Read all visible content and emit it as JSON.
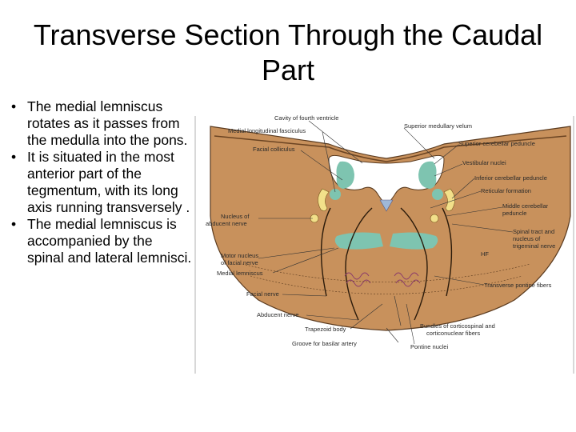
{
  "slide": {
    "title": "Transverse Section Through the Caudal Part",
    "bullets": [
      "The medial lemniscus rotates as it passes from the medulla into the pons.",
      "It is situated in the most anterior part of the tegmentum, with its long axis running transversely .",
      "The medial lemniscus is accompanied by the spinal and lateral lemnisci."
    ]
  },
  "figure": {
    "labels": {
      "cavity": "Cavity of fourth ventricle",
      "mlf": "Medial longitudinal fasciculus",
      "sup_velum": "Superior medullary velum",
      "facial_colliculus": "Facial colliculus",
      "sup_ped": "Superior cerebellar peduncle",
      "vestibular": "Vestibular nuclei",
      "inf_ped": "Inferior cerebellar peduncle",
      "reticular": "Reticular formation",
      "abducent_nucleus_1": "Nucleus of",
      "abducent_nucleus_2": "abducent nerve",
      "mid_ped_1": "Middle cerebellar",
      "mid_ped_2": "peduncle",
      "trigeminal_1": "Spinal tract and",
      "trigeminal_2": "nucleus of",
      "trigeminal_3": "trigeminal nerve",
      "motor_facial_1": "Motor nucleus",
      "motor_facial_2": "of facial nerve",
      "medial_lemniscus": "Medial lemniscus",
      "transverse_pontine": "Transverse pontine fibers",
      "facial_nerve": "Facial nerve",
      "abducent_nerve": "Abducent nerve",
      "trapezoid": "Trapezoid body",
      "corticospinal_1": "Bundles of corticospinal and",
      "corticospinal_2": "corticonuclear fibers",
      "basilar_groove": "Groove for basilar artery",
      "pontine_nuclei": "Pontine nuclei"
    },
    "colors": {
      "tissue": "#c8915c",
      "nuclei": "#7ec4b0",
      "ventricle": "#ffffff",
      "yellow": "#f2e08a",
      "outline": "#5a3a1e"
    }
  }
}
